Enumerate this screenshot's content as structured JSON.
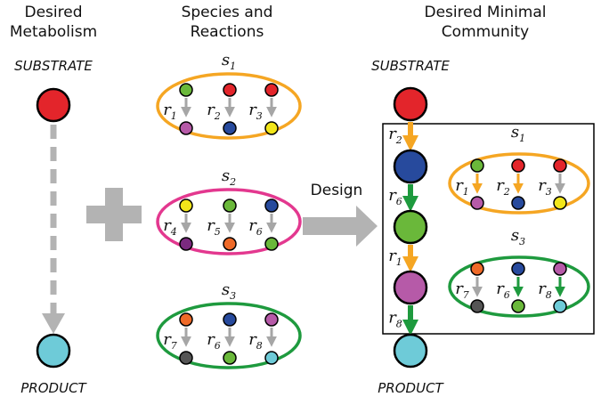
{
  "headers": {
    "col1": [
      "Desired",
      "Metabolism"
    ],
    "col2": [
      "Species and",
      "Reactions"
    ],
    "col3": [
      "Desired Minimal",
      "Community"
    ]
  },
  "substrate_label": "SUBSTRATE",
  "product_label": "PRODUCT",
  "design_label": "Design",
  "species": [
    {
      "name": "s",
      "index": "1",
      "color": "#f5a623",
      "reactions": [
        {
          "r": "r",
          "i": "1",
          "from": "#6ab83a",
          "to": "#b65aa8"
        },
        {
          "r": "r",
          "i": "2",
          "from": "#e3252b",
          "to": "#274a9d"
        },
        {
          "r": "r",
          "i": "3",
          "from": "#e3252b",
          "to": "#f2e61a"
        }
      ]
    },
    {
      "name": "s",
      "index": "2",
      "color": "#e3388f",
      "reactions": [
        {
          "r": "r",
          "i": "4",
          "from": "#f2e61a",
          "to": "#7b2a7f"
        },
        {
          "r": "r",
          "i": "5",
          "from": "#6ab83a",
          "to": "#ef6a28"
        },
        {
          "r": "r",
          "i": "6",
          "from": "#274a9d",
          "to": "#6ab83a"
        }
      ]
    },
    {
      "name": "s",
      "index": "3",
      "color": "#1e9a3e",
      "reactions": [
        {
          "r": "r",
          "i": "7",
          "from": "#ef6a28",
          "to": "#555555"
        },
        {
          "r": "r",
          "i": "6",
          "from": "#274a9d",
          "to": "#6ab83a"
        },
        {
          "r": "r",
          "i": "8",
          "from": "#b65aa8",
          "to": "#6ecbd8"
        }
      ]
    }
  ],
  "community_chain": [
    {
      "color": "#e3252b"
    },
    {
      "color": "#274a9d",
      "via": "r",
      "via_i": "2",
      "arrow": "#f5a623"
    },
    {
      "color": "#6ab83a",
      "via": "r",
      "via_i": "6",
      "arrow": "#1e9a3e"
    },
    {
      "color": "#b65aa8",
      "via": "r",
      "via_i": "1",
      "arrow": "#f5a623"
    },
    {
      "color": "#6ecbd8",
      "via": "r",
      "via_i": "8",
      "arrow": "#1e9a3e"
    }
  ],
  "community_species": [
    {
      "name": "s",
      "index": "1",
      "color": "#f5a623",
      "reactions": [
        {
          "r": "r",
          "i": "1",
          "from": "#6ab83a",
          "to": "#b65aa8",
          "active": "#f5a623"
        },
        {
          "r": "r",
          "i": "2",
          "from": "#e3252b",
          "to": "#274a9d",
          "active": "#f5a623"
        },
        {
          "r": "r",
          "i": "3",
          "from": "#e3252b",
          "to": "#f2e61a",
          "active": ""
        }
      ]
    },
    {
      "name": "s",
      "index": "3",
      "color": "#1e9a3e",
      "reactions": [
        {
          "r": "r",
          "i": "7",
          "from": "#ef6a28",
          "to": "#555555",
          "active": ""
        },
        {
          "r": "r",
          "i": "6",
          "from": "#274a9d",
          "to": "#6ab83a",
          "active": "#1e9a3e"
        },
        {
          "r": "r",
          "i": "8",
          "from": "#b65aa8",
          "to": "#6ecbd8",
          "active": "#1e9a3e"
        }
      ]
    }
  ],
  "metabolism": {
    "substrate_color": "#e3252b",
    "product_color": "#6ecbd8",
    "arrow_color": "#b3b3b3"
  },
  "inactive_arrow_color": "#a6a6a6",
  "plus_color": "#b3b3b3"
}
